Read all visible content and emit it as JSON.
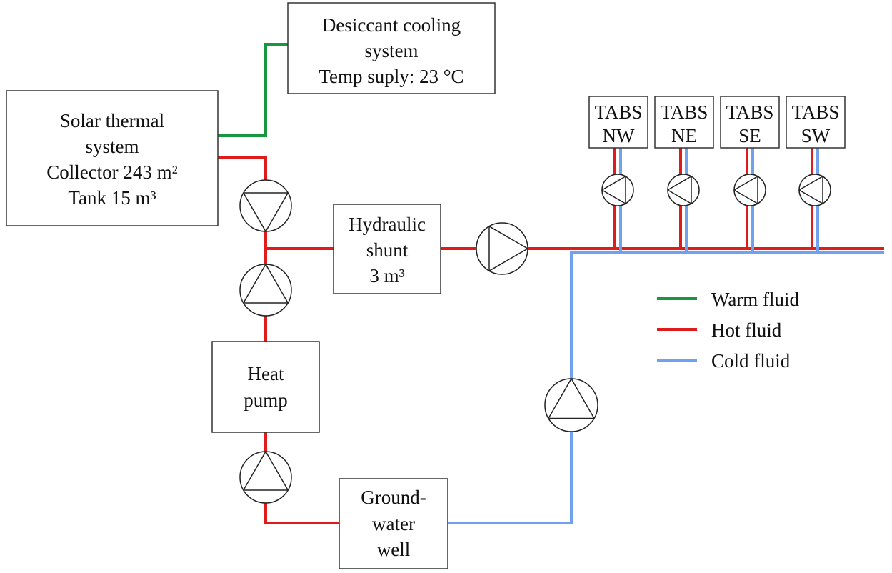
{
  "colors": {
    "warm": "#1a9641",
    "hot": "#e01b1b",
    "cold": "#6fa1ef",
    "outline": "#333333"
  },
  "components": {
    "desiccant": {
      "lines": [
        "Desiccant cooling",
        "system",
        "Temp suply: 23 °C"
      ]
    },
    "solar": {
      "lines": [
        "Solar thermal",
        "system",
        "Collector 243 m²",
        "Tank 15 m³"
      ]
    },
    "shunt": {
      "lines": [
        "Hydraulic",
        "shunt",
        "3 m³"
      ]
    },
    "heat_pump": {
      "lines": [
        "Heat",
        "pump"
      ]
    },
    "well": {
      "lines": [
        "Ground-",
        "water",
        "well"
      ]
    },
    "tabs": [
      {
        "lines": [
          "TABS",
          "NW"
        ]
      },
      {
        "lines": [
          "TABS",
          "NE"
        ]
      },
      {
        "lines": [
          "TABS",
          "SE"
        ]
      },
      {
        "lines": [
          "TABS",
          "SW"
        ]
      }
    ]
  },
  "legend": {
    "items": [
      {
        "label": "Warm fluid",
        "color": "warm"
      },
      {
        "label": "Hot fluid",
        "color": "hot"
      },
      {
        "label": "Cold fluid",
        "color": "cold"
      }
    ]
  },
  "pumps": [
    {
      "id": "pump-solar",
      "direction": "down"
    },
    {
      "id": "pump-heat-pump-upper",
      "direction": "up"
    },
    {
      "id": "pump-heat-pump-lower",
      "direction": "up"
    },
    {
      "id": "pump-distribution",
      "direction": "right"
    },
    {
      "id": "pump-cold-riser",
      "direction": "up"
    },
    {
      "id": "pump-tabs-nw",
      "direction": "left"
    },
    {
      "id": "pump-tabs-ne",
      "direction": "left"
    },
    {
      "id": "pump-tabs-se",
      "direction": "left"
    },
    {
      "id": "pump-tabs-sw",
      "direction": "left"
    }
  ]
}
